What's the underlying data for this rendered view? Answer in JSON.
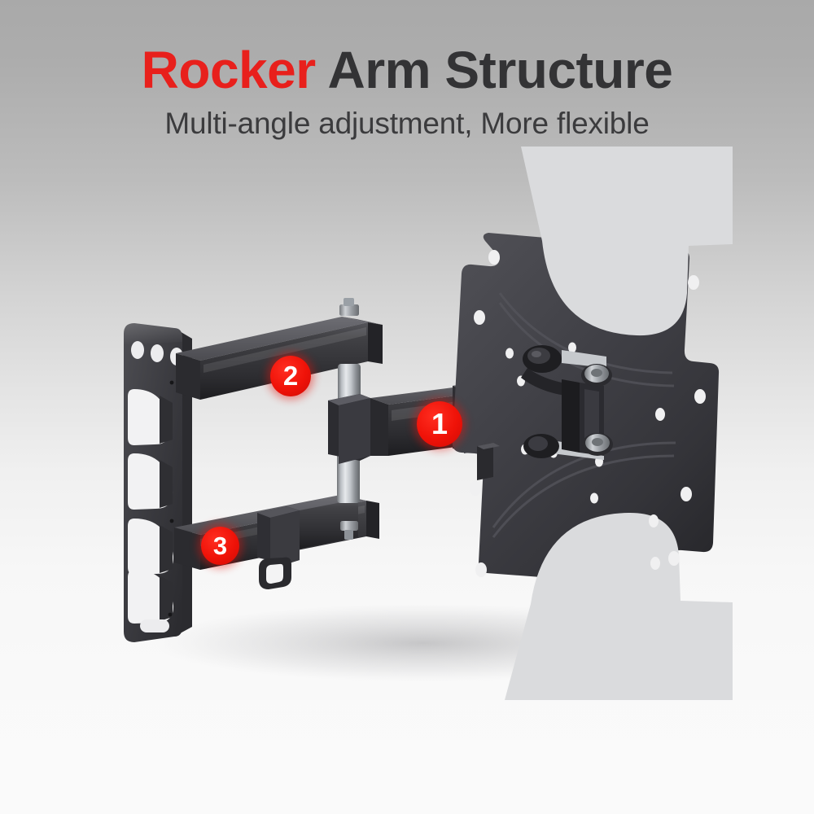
{
  "poster": {
    "background_top_color": "#a9a9a9",
    "background_bottom_color": "#fafafa",
    "accent_red": "#e8201c",
    "text_dark": "#333335",
    "product_black": "#3a3a3c",
    "hardware_silver": "#b9bcc0"
  },
  "heading": {
    "title_highlight": "Rocker",
    "title_rest": " Arm Structure",
    "title_full": "Rocker Arm Structure",
    "subtitle": "Multi-angle adjustment, More flexible"
  },
  "callouts": [
    {
      "number": "1",
      "target": "extension-arm-primary"
    },
    {
      "number": "2",
      "target": "extension-arm-upper"
    },
    {
      "number": "3",
      "target": "extension-arm-lower"
    }
  ],
  "product": {
    "name": "Full-motion TV wall mount bracket",
    "parts": {
      "wall_plate": "wall-mounting-plate",
      "vesa_plate": "tv-vesa-plate",
      "pivot_post": "center-pivot-post",
      "tilt_head": "tilt-swivel-head",
      "arm_upper": "upper-rocker-arm",
      "arm_primary": "primary-rocker-arm",
      "arm_lower": "lower-rocker-arm",
      "latch_hook": "locking-hook"
    }
  }
}
